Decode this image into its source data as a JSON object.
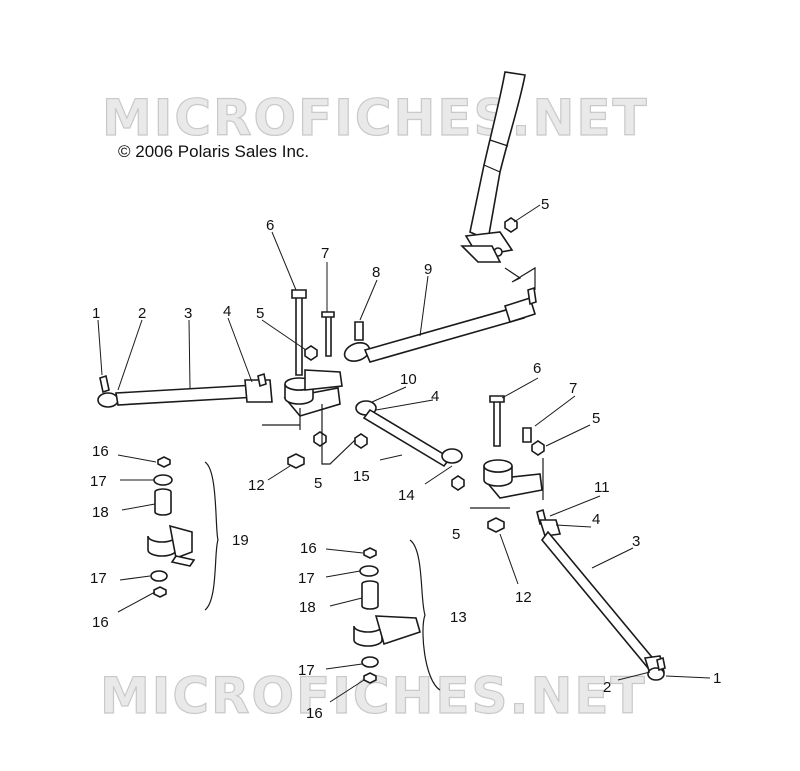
{
  "watermark": "MICROFICHES.NET",
  "copyright": "© 2006 Polaris Sales Inc.",
  "callouts": {
    "c1a": "1",
    "c2a": "2",
    "c3a": "3",
    "c4a": "4",
    "c5a": "5",
    "c6a": "6",
    "c7a": "7",
    "c8": "8",
    "c9": "9",
    "c10": "10",
    "c4b": "4",
    "c12a": "12",
    "c5b": "5",
    "c15": "15",
    "c5top": "5",
    "c6b": "6",
    "c7b": "7",
    "c5c": "5",
    "c14": "14",
    "c5d": "5",
    "c11": "11",
    "c4c": "4",
    "c3b": "3",
    "c12b": "12",
    "c1b": "1",
    "c2b": "2",
    "c16a": "16",
    "c17a": "17",
    "c18a": "18",
    "c19": "19",
    "c17b": "17",
    "c16b": "16",
    "c16c": "16",
    "c17c": "17",
    "c18b": "18",
    "c13": "13",
    "c17d": "17",
    "c16d": "16"
  }
}
